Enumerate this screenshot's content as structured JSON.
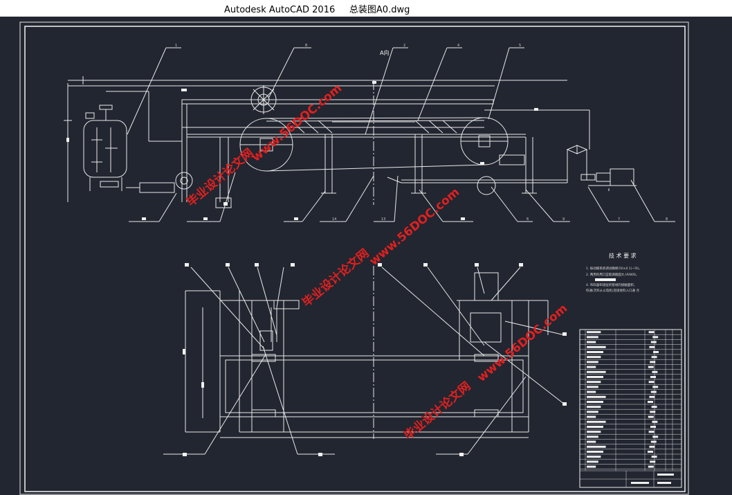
{
  "window": {
    "title": "Autodesk AutoCAD 2016     总装图A0.dwg"
  },
  "drawing": {
    "background": "#222630",
    "line_color": "#f2f2f2",
    "view_label": "A向",
    "balloons_top": [
      "1",
      "8",
      "2",
      "4",
      "5"
    ],
    "balloons_bottom": [
      "14",
      "13",
      "6",
      "9",
      "7",
      "8"
    ],
    "tech_heading": "技 术 要 求",
    "tech_notes": [
      "1.  振动输系统调试确保(50±0.1)~50。",
      "2.  两用的用口宜取满图面大,HV800。",
      "4.  布料器布接层的管线的接触面积，",
      "    料通(次料从以电机)连接进料入口通 点"
    ],
    "watermark": {
      "site": "www.56DOC.com",
      "tag": "毕业设计论文网",
      "color": "#e02020"
    }
  }
}
